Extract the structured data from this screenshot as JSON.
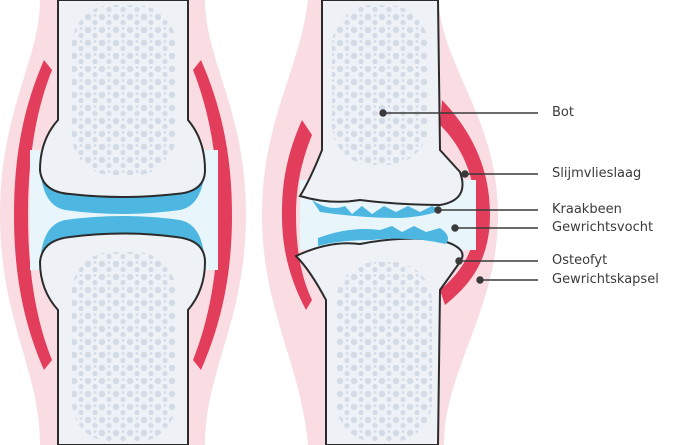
{
  "labels": {
    "bot": "Bot",
    "slijmvlieslaag": "Slijmvlieslaag",
    "kraakbeen": "Kraakbeen",
    "gewrichtsvocht": "Gewrichtsvocht",
    "osteofyt": "Osteofyt",
    "gewrichtskapsel": "Gewrichtskapsel"
  },
  "colors": {
    "capsule_fill": "#f9dde3",
    "synovium": "#e33d5c",
    "cartilage": "#4db7e2",
    "fluid": "#e8f6fc",
    "bone": "#e7ecf2",
    "bone_pores": "#c9d4e0",
    "outline": "#2b2b2b",
    "leader": "#3a3a3a"
  }
}
